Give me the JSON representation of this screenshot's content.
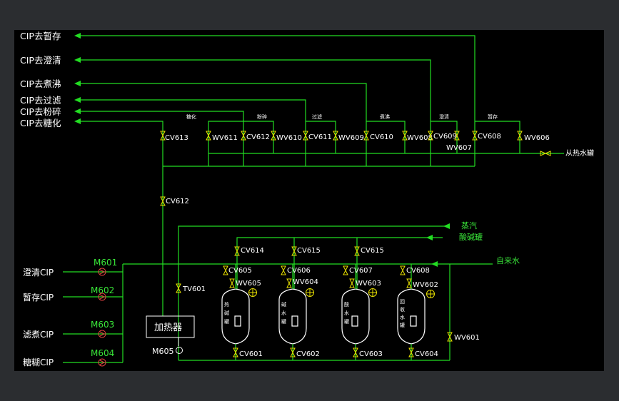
{
  "colors": {
    "frame": "#2b2d30",
    "canvas": "#000000",
    "pipe": "#22dd22",
    "valve": "#e8e000",
    "text": "#ffffff",
    "label_green": "#39e639",
    "pump": "#e04040"
  },
  "cip_outputs": [
    "CIP去暂存",
    "CIP去澄清",
    "CIP去煮沸",
    "CIP去过滤",
    "CIP去粉碎",
    "CIP去糖化"
  ],
  "branch_titles": [
    "糖化",
    "粉碎",
    "过滤",
    "煮沸",
    "澄清",
    "暂存"
  ],
  "top_valves": [
    "CV613",
    "WV611",
    "CV612",
    "WV610",
    "CV611",
    "WV609",
    "CV610",
    "WV608",
    "CV609",
    "WV607",
    "CV608",
    "WV606"
  ],
  "hot_water_tank": "从热水罐",
  "riser_valve": "CV612",
  "supplies": {
    "steam": "蒸汽",
    "acid_alkali": "酸碱罐",
    "tap_water": "自来水"
  },
  "cip_inputs": [
    {
      "label": "澄清CIP",
      "pump": "M601"
    },
    {
      "label": "暂存CIP",
      "pump": "M602"
    },
    {
      "label": "滤煮CIP",
      "pump": "M603"
    },
    {
      "label": "糖糊CIP",
      "pump": "M604"
    }
  ],
  "heater": {
    "label": "加热器",
    "pump": "M605"
  },
  "heater_valve": "TV601",
  "tank_inlet_valves": [
    "CV614",
    "CV615",
    "CV615"
  ],
  "tank_top_valves": [
    "CV605",
    "CV606",
    "CV607",
    "CV608"
  ],
  "tank_fill_valves": [
    "WV605",
    "WV604",
    "WV603",
    "WV602"
  ],
  "tank_bottom_valves": [
    "CV601",
    "CV602",
    "CV603",
    "CV604"
  ],
  "tanks": [
    {
      "name_chars": [
        "热",
        "碱",
        "罐"
      ]
    },
    {
      "name_chars": [
        "碱",
        "水",
        "罐"
      ]
    },
    {
      "name_chars": [
        "酸",
        "水",
        "罐"
      ]
    },
    {
      "name_chars": [
        "回",
        "收",
        "水",
        "罐"
      ]
    }
  ],
  "drain_valve": "WV601"
}
